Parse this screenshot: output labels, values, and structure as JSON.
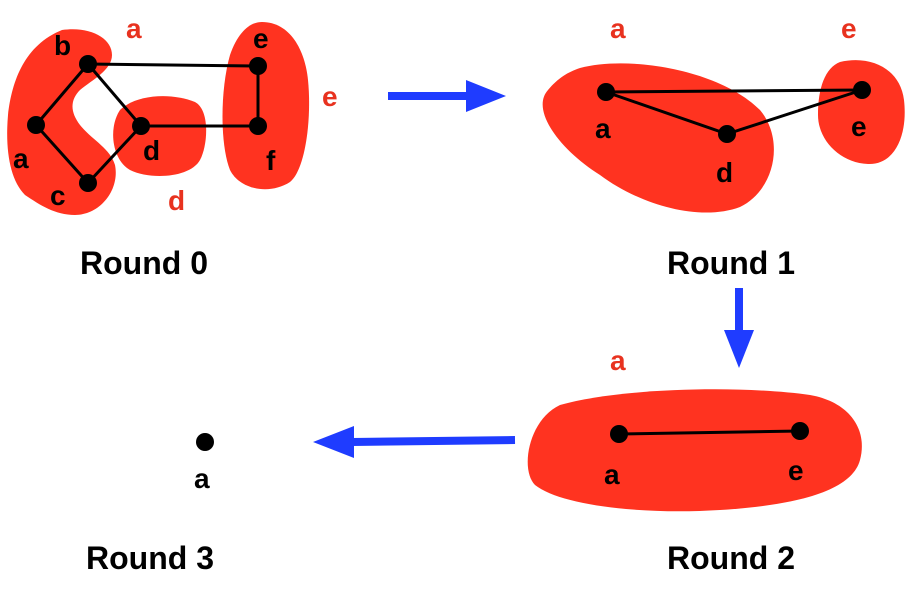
{
  "colors": {
    "cluster_fill": "#ff3320",
    "group_label": "#e8321f",
    "arrow": "#1f3cff",
    "edge": "#000000",
    "node": "#000000"
  },
  "rounds": [
    {
      "label": "Round 0",
      "group_labels": [
        "a",
        "d",
        "e"
      ],
      "nodes": [
        "a",
        "b",
        "c",
        "d",
        "e",
        "f"
      ],
      "edges": [
        [
          "b",
          "e"
        ],
        [
          "b",
          "a"
        ],
        [
          "b",
          "d"
        ],
        [
          "a",
          "c"
        ],
        [
          "c",
          "d"
        ],
        [
          "d",
          "f"
        ],
        [
          "e",
          "f"
        ]
      ]
    },
    {
      "label": "Round 1",
      "group_labels": [
        "a",
        "e"
      ],
      "nodes": [
        "a",
        "d",
        "e"
      ],
      "edges": [
        [
          "a",
          "e"
        ],
        [
          "a",
          "d"
        ],
        [
          "d",
          "e"
        ]
      ]
    },
    {
      "label": "Round 2",
      "group_labels": [
        "a"
      ],
      "nodes": [
        "a",
        "e"
      ],
      "edges": [
        [
          "a",
          "e"
        ]
      ]
    },
    {
      "label": "Round 3",
      "group_labels": [],
      "nodes": [
        "a"
      ],
      "edges": []
    }
  ]
}
